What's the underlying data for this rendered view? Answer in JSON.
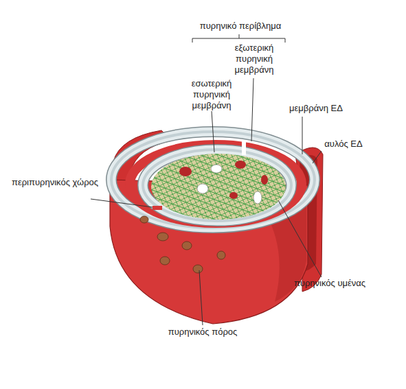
{
  "diagram": {
    "labels": [
      "πυρηνικό περίβλημα",
      "εξωτερική πυρηνική μεμβράνη",
      "εσωτερική πυρηνική μεμβράνη",
      "μεμβράνη ΕΔ",
      "αυλός ΕΔ",
      "περιπυρηνικός χώρος",
      "πυρηνικός υμένας",
      "πυρηνικός πόρος"
    ]
  }
}
